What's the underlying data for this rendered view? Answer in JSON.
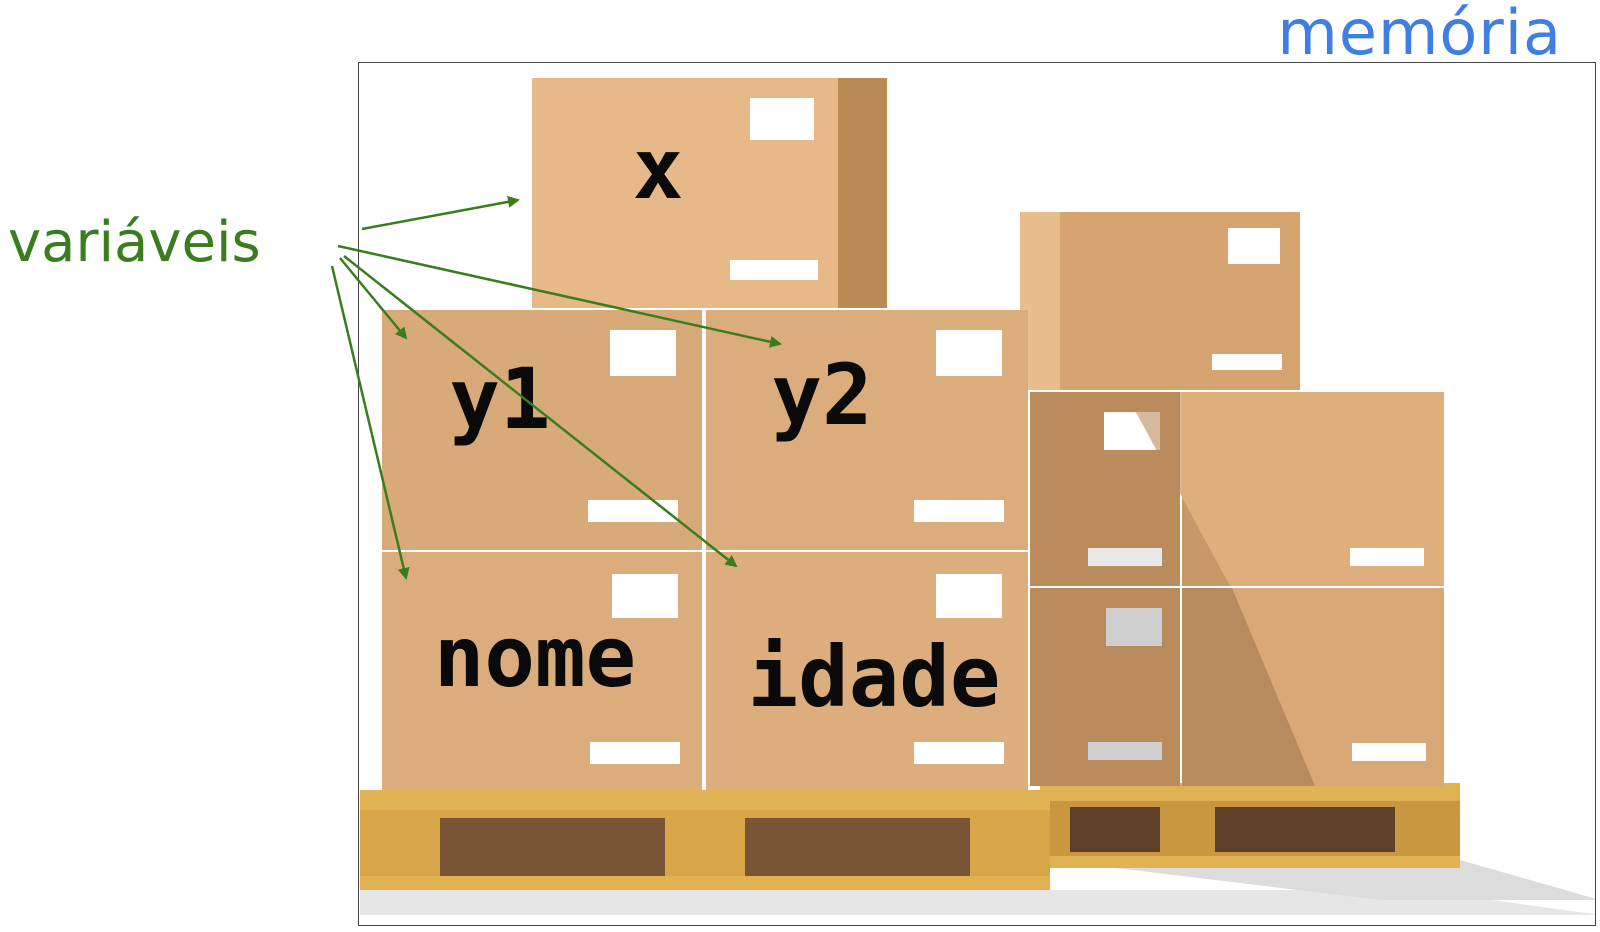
{
  "header": {
    "title": "memória"
  },
  "annotation": {
    "label": "variáveis"
  },
  "boxes": {
    "x": "x",
    "y1": "y1",
    "y2": "y2",
    "nome": "nome",
    "idade": "idade"
  },
  "colors": {
    "box": "#e3b27f",
    "box_dark": "#c8925a",
    "pallet": "#e0b254",
    "pallet_dark": "#7a5535",
    "arrow": "#3a7d1e",
    "title": "#3f7fe3"
  }
}
